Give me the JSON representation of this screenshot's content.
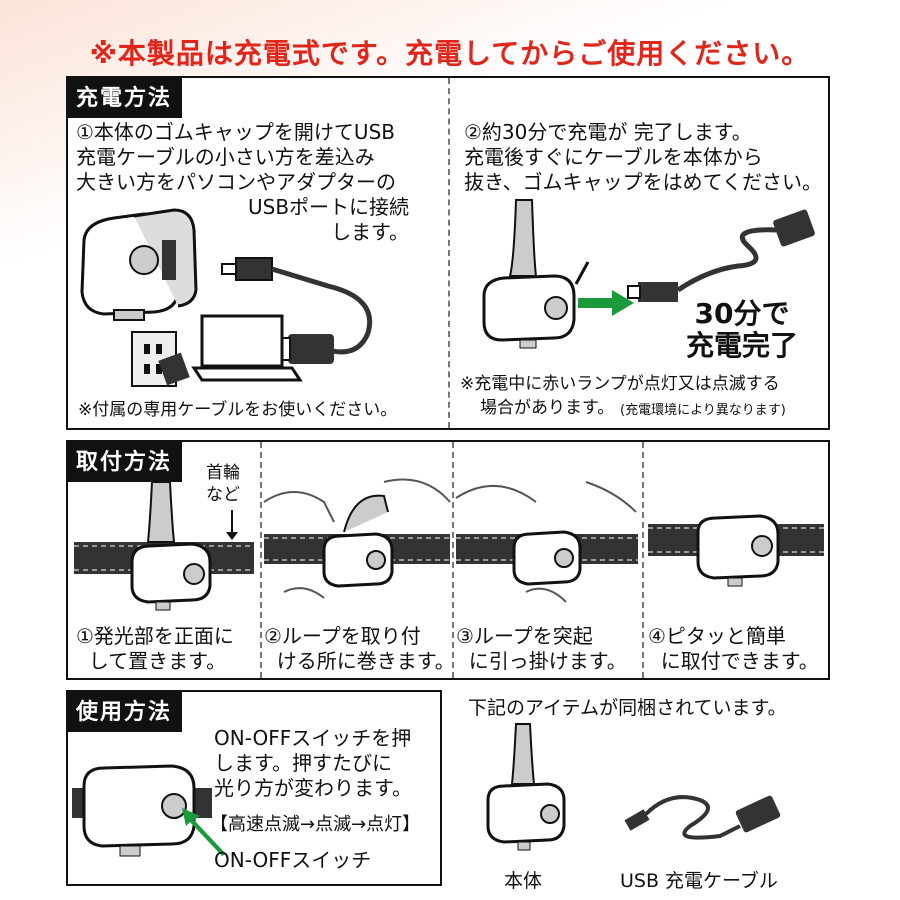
{
  "warning": "※本製品は充電式です。充電してからご使用ください。",
  "charge": {
    "title": "充電方法",
    "step1": "①本体のゴムキャップを開けてUSB\n充電ケーブルの小さい方を差込み\n大きい方をパソコンやアダプターの",
    "step1_tail": "USBポートに接続\nします。",
    "step2": "②約30分で充電が 完了します。\n充電後すぐにケーブルを本体から\n抜き、ゴムキャップをはめてください。",
    "complete_badge": "30分で\n充電完了",
    "cable_note": "※付属の専用ケーブルをお使いください。",
    "lamp_note_1": "※充電中に赤いランプが点灯又は点滅する",
    "lamp_note_2": "場合があります。",
    "lamp_note_3": "(充電環境により異なります)"
  },
  "attach": {
    "title": "取付方法",
    "collar_label": "首輪\nなど",
    "steps": [
      "①発光部を正面に\n  して置きます。",
      "②ループを取り付\n  ける所に巻きます。",
      "③ループを突起\n  に引っ掛けます。",
      "④ピタッと簡単\n  に取付できます。"
    ]
  },
  "usage": {
    "title": "使用方法",
    "desc": "ON-OFFスイッチを押\nします。押すたびに\n光り方が変わります。",
    "modes": "【高速点滅→点滅→点灯】",
    "switch_label": "ON-OFFスイッチ"
  },
  "included": {
    "heading": "下記のアイテムが同梱されています。",
    "item_body": "本体",
    "item_cable": "USB 充電ケーブル"
  },
  "colors": {
    "warning": "#e0251b",
    "arrow": "#1a9a3a"
  }
}
